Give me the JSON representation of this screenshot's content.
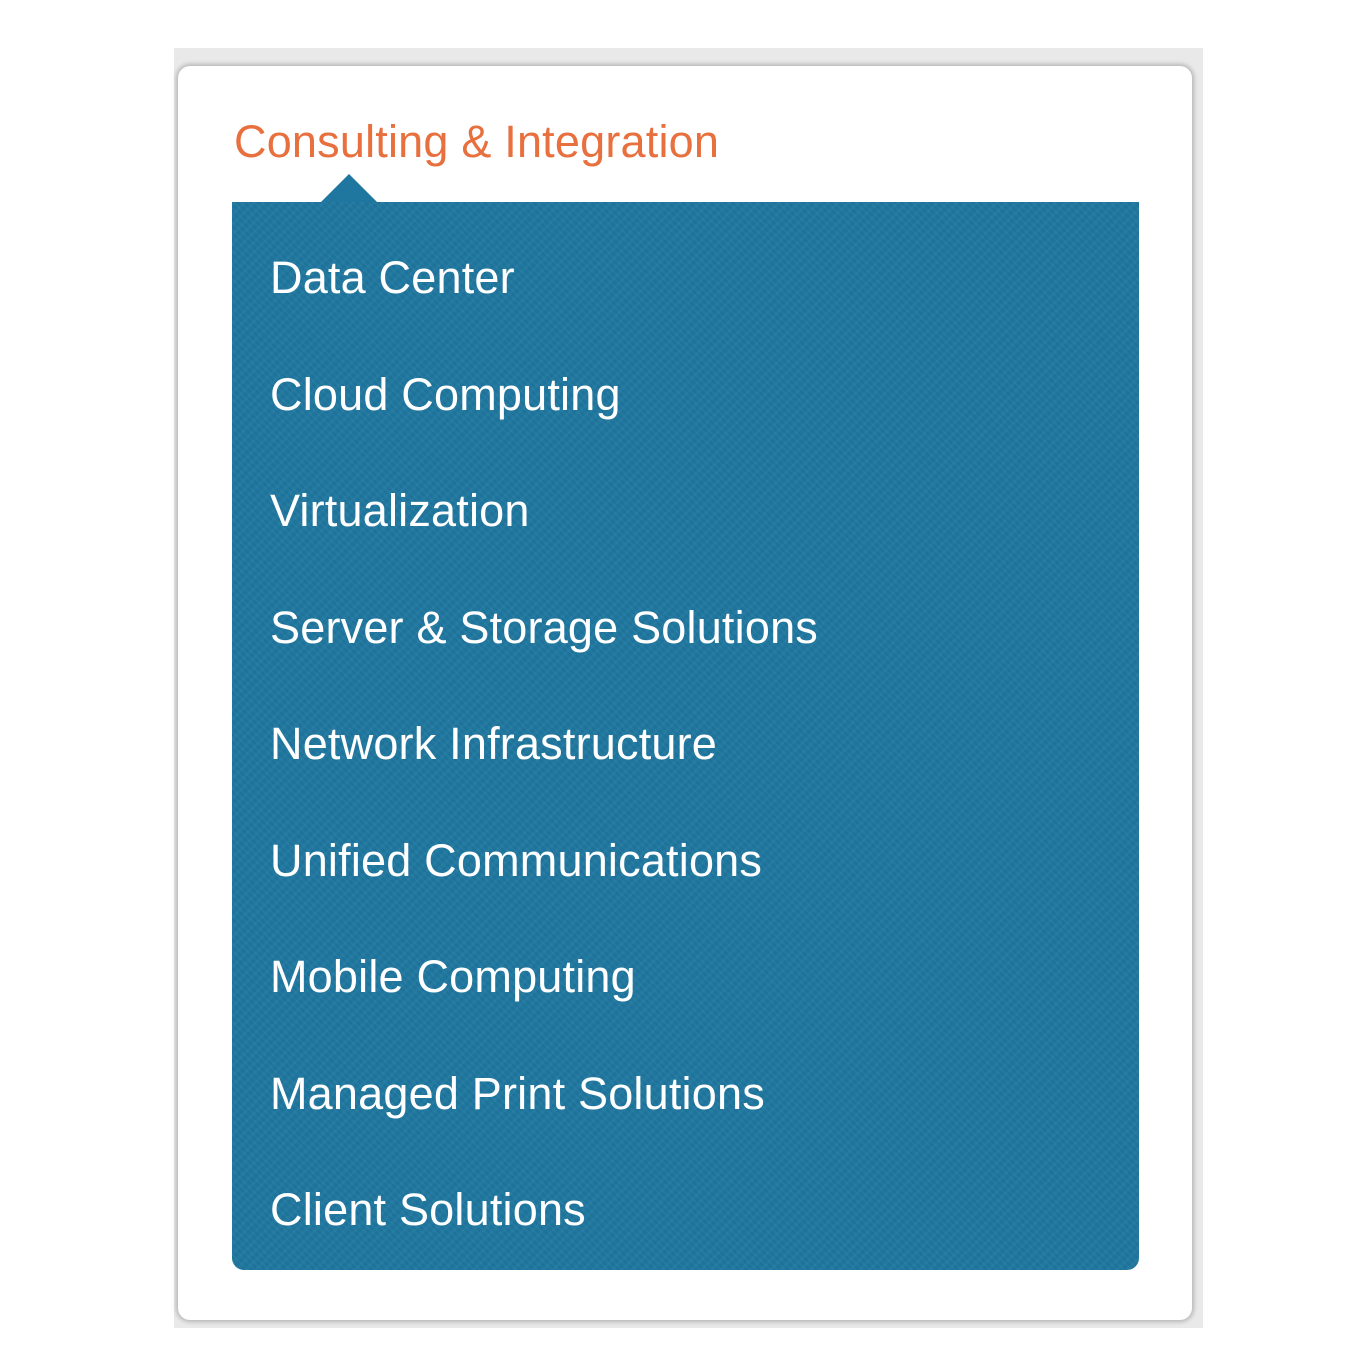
{
  "menu": {
    "title": "Consulting & Integration",
    "title_color": "#e8703e",
    "panel_color": "#1f779f",
    "items": [
      {
        "label": "Data Center"
      },
      {
        "label": "Cloud Computing"
      },
      {
        "label": "Virtualization"
      },
      {
        "label": "Server & Storage Solutions"
      },
      {
        "label": "Network Infrastructure"
      },
      {
        "label": "Unified Communications"
      },
      {
        "label": "Mobile Computing"
      },
      {
        "label": "Managed Print Solutions"
      },
      {
        "label": "Client Solutions"
      }
    ]
  }
}
